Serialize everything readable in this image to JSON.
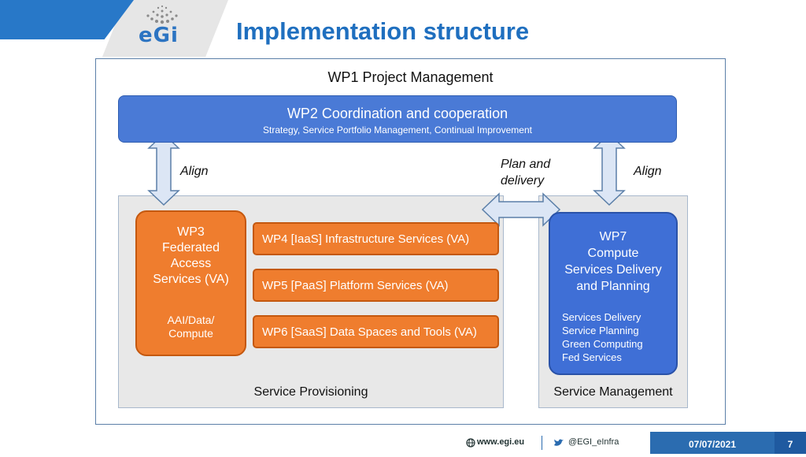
{
  "header": {
    "logo_text": "eGi",
    "title": "Implementation structure"
  },
  "diagram": {
    "wp1": "WP1 Project Management",
    "wp2": {
      "title": "WP2 Coordination and cooperation",
      "subtitle": "Strategy, Service Portfolio Management, Continual Improvement"
    },
    "align_left": "Align",
    "align_right": "Align",
    "plan_delivery": "Plan and\ndelivery",
    "wp3": {
      "title": "WP3\nFederated\nAccess\nServices (VA)",
      "sub": "AAI/Data/\nCompute"
    },
    "wp4": "WP4 [IaaS] Infrastructure Services (VA)",
    "wp5": "WP5 [PaaS] Platform Services (VA)",
    "wp6": "WP6 [SaaS] Data Spaces and Tools (VA)",
    "wp7": {
      "title": "WP7\nCompute\nServices Delivery\nand Planning",
      "items": "Services Delivery\nService Planning\nGreen Computing\nFed Services"
    },
    "service_provisioning": "Service Provisioning",
    "service_management": "Service Management"
  },
  "footer": {
    "website": "www.egi.eu",
    "twitter": "@EGI_eInfra",
    "date": "07/07/2021",
    "page": "7"
  },
  "colors": {
    "title_blue": "#1f6fbf",
    "wp2_blue": "#4a7ad6",
    "wp7_blue": "#3f6fd6",
    "orange": "#ef7d2e",
    "arrow_fill": "#dce6f5",
    "arrow_stroke": "#5b7fa8"
  }
}
